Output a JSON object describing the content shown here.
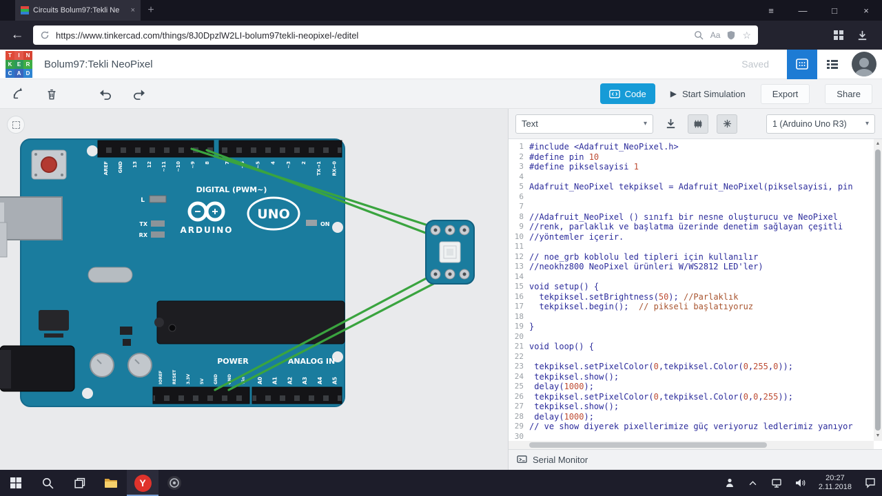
{
  "colors": {
    "fav_red": "#e2453c",
    "fav_green": "#2eb24c",
    "fav_blue": "#2f7fd4"
  },
  "browser": {
    "tab_title": "Circuits Bolum97:Tekli Ne",
    "tab_close": "×",
    "new_tab": "+",
    "menu_icon": "≡",
    "minimize": "—",
    "maximize": "□",
    "close": "×",
    "back_arrow": "←",
    "url": "https://www.tinkercad.com/things/8J0DpzlW2LI-bolum97tekli-neopixel-/editel",
    "translate_label": "Aa",
    "bookmark_star": "☆"
  },
  "header": {
    "logo": {
      "cells": [
        {
          "ch": "T",
          "bg": "#df4a38"
        },
        {
          "ch": "I",
          "bg": "#e2584a"
        },
        {
          "ch": "N",
          "bg": "#d84534"
        },
        {
          "ch": "K",
          "bg": "#35a24a"
        },
        {
          "ch": "E",
          "bg": "#2c9a59"
        },
        {
          "ch": "R",
          "bg": "#3fae45"
        },
        {
          "ch": "C",
          "bg": "#2f74c8"
        },
        {
          "ch": "A",
          "bg": "#3a66bd"
        },
        {
          "ch": "D",
          "bg": "#2f85d2"
        }
      ]
    },
    "title": "Bolum97:Tekli NeoPixel",
    "saved": "Saved"
  },
  "edit_toolbar": {
    "code": "Code",
    "start_simulation": "Start Simulation",
    "export": "Export",
    "share": "Share",
    "play_icon": "▶"
  },
  "code_panel": {
    "mode": "Text",
    "board": "1 (Arduino Uno R3)",
    "caret": "▾",
    "scroll_up": "▲",
    "scroll_down": "▼",
    "serial_monitor": "Serial Monitor",
    "lines": [
      "#include <Adafruit_NeoPixel.h>",
      "#define pin 10",
      "#define pikselsayisi 1",
      "",
      "Adafruit_NeoPixel tekpiksel = Adafruit_NeoPixel(pikselsayisi, pin",
      "",
      "",
      "//Adafruit_NeoPixel () sınıfı bir nesne oluşturucu ve NeoPixel",
      "//renk, parlaklık ve başlatma üzerinde denetim sağlayan çeşitli",
      "//yöntemler içerir.",
      "",
      "// noe_grb koblolu led tipleri için kullanılır",
      "//neokhz800 NeoPixel ürünleri W/WS2812 LED'ler)",
      "",
      "void setup() {",
      "  tekpiksel.setBrightness(50); //Parlaklık",
      "  tekpiksel.begin();  // pikseli başlatıyoruz",
      "",
      "}",
      "",
      "void loop() {",
      "",
      " tekpiksel.setPixelColor(0,tekpiksel.Color(0,255,0));",
      " tekpiksel.show();",
      " delay(1000);",
      " tekpiksel.setPixelColor(0,tekpiksel.Color(0,0,255));",
      " tekpiksel.show();",
      " delay(1000);",
      "// ve show diyerek pixellerimize güç veriyoruz ledlerimiz yanıyor",
      "",
      "}"
    ]
  },
  "arduino": {
    "digital_label": "DIGITAL (PWM~)",
    "brand": "ARDUINO",
    "model": "UNO",
    "power_label": "POWER",
    "analog_label": "ANALOG IN",
    "led_label": "L",
    "tx_label": "TX",
    "rx_label": "RX",
    "on_label": "ON",
    "pins_digital_left": [
      "AREF",
      "GND",
      "13",
      "12",
      "~11",
      "~10",
      "~9",
      "8"
    ],
    "pins_digital_right": [
      "7",
      "~6",
      "~5",
      "4",
      "~3",
      "2",
      "TX→1",
      "RX←0"
    ],
    "pins_power": [
      "IOREF",
      "RESET",
      "3.3V",
      "5V",
      "GND",
      "GND",
      "Vin"
    ],
    "pins_analog": [
      "A0",
      "A1",
      "A2",
      "A3",
      "A4",
      "A5"
    ]
  },
  "taskbar": {
    "time": "20:27",
    "date": "2.11.2018",
    "yandex_letter": "Y"
  }
}
